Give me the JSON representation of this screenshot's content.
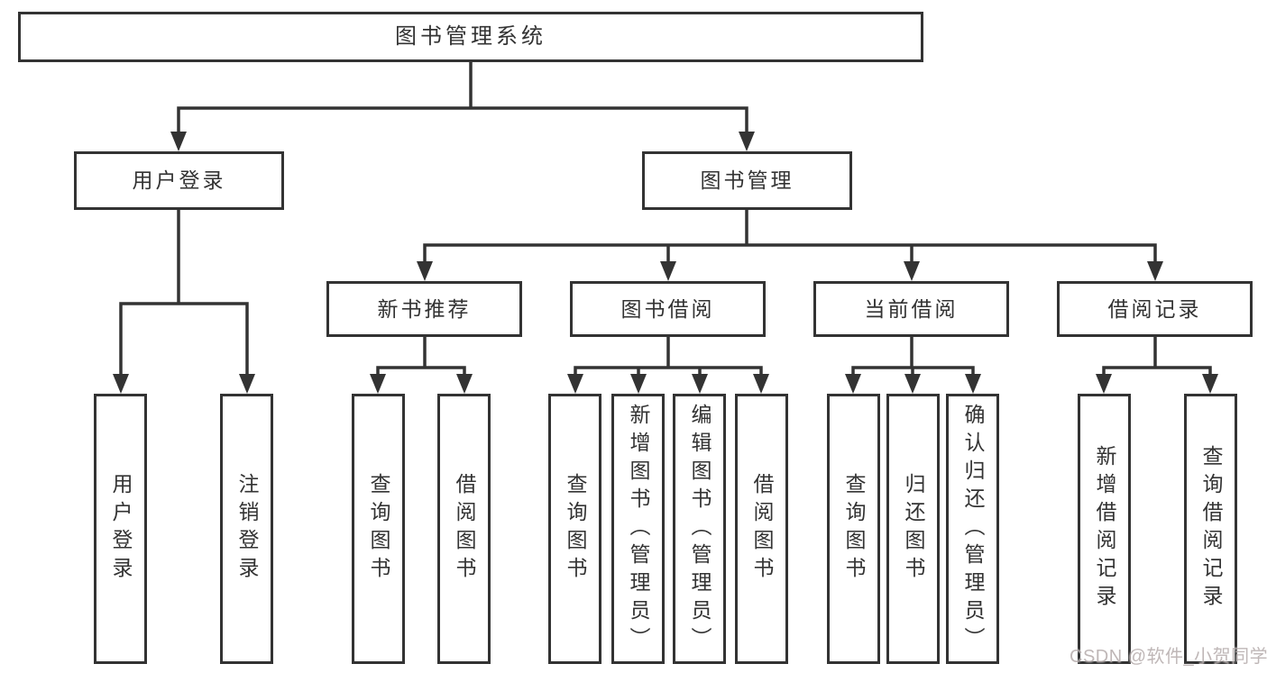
{
  "root": {
    "label": "图书管理系统"
  },
  "level2": {
    "user_login": "用户登录",
    "book_management": "图书管理"
  },
  "level3": {
    "new_book_recommend": "新书推荐",
    "book_borrow": "图书借阅",
    "current_borrow": "当前借阅",
    "borrow_records": "借阅记录"
  },
  "level4": {
    "user_login": [
      "用户登录",
      "注销登录"
    ],
    "new_book_recommend": [
      "查询图书",
      "借阅图书"
    ],
    "book_borrow": [
      "查询图书",
      "新增图书（管理员）",
      "编辑图书（管理员）",
      "借阅图书"
    ],
    "current_borrow": [
      "查询图书",
      "归还图书",
      "确认归还（管理员）"
    ],
    "borrow_records": [
      "新增借阅记录",
      "查询借阅记录"
    ]
  },
  "watermark": "CSDN @软件_小贺同学",
  "colors": {
    "line": "#333333",
    "text": "#333333",
    "background": "#ffffff",
    "watermark": "#b5abab"
  }
}
